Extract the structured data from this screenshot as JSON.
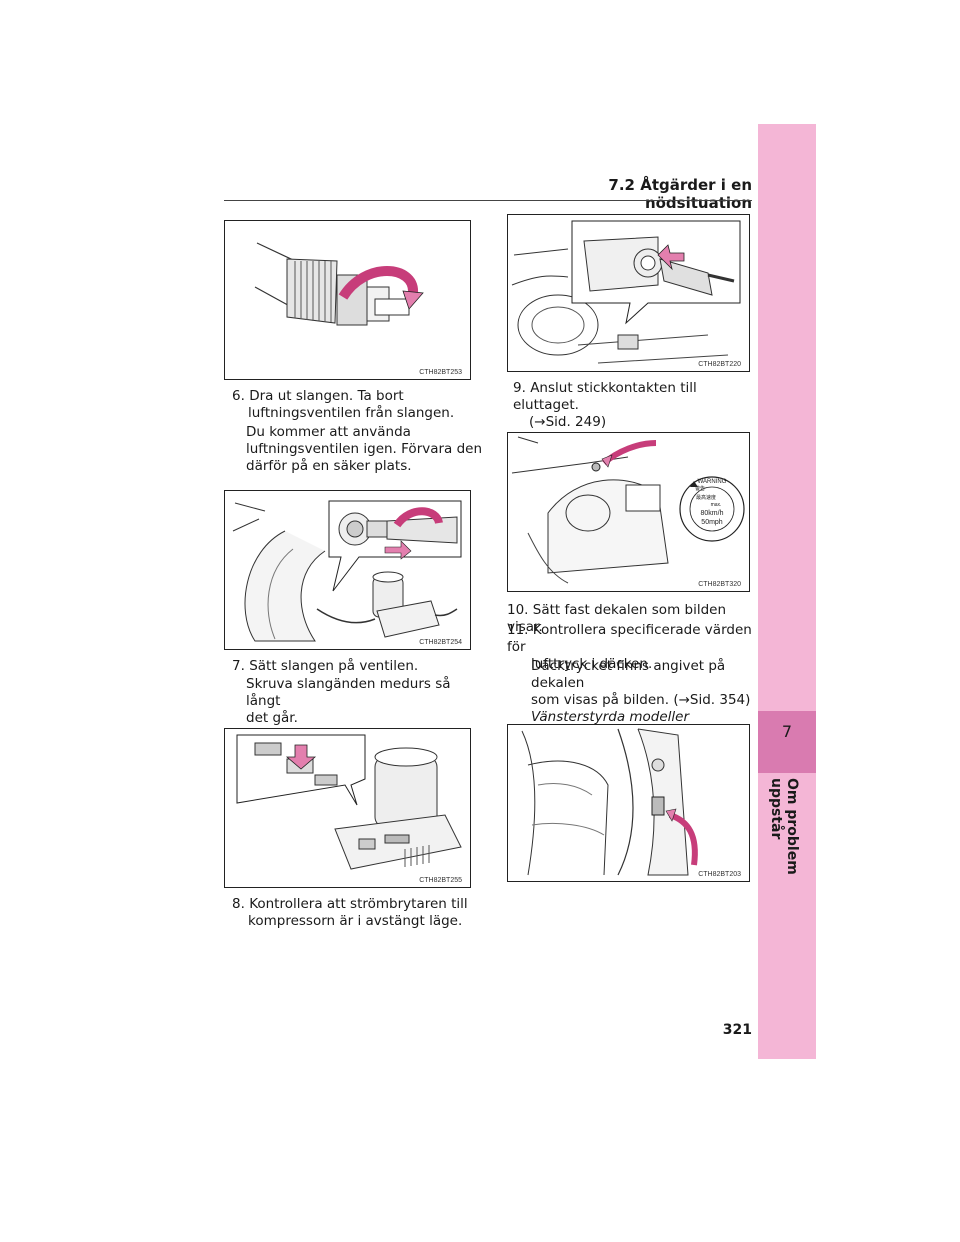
{
  "header": {
    "section_title": "7.2 Åtgärder i en nödsituation"
  },
  "sidebar": {
    "chapter_number": "7",
    "chapter_label": "Om problem uppstår"
  },
  "page_number": "321",
  "figures": {
    "fig1_code": "CTH82BT253",
    "fig2_code": "CTH82BT254",
    "fig3_code": "CTH82BT255",
    "fig4_code": "CTH82BT220",
    "fig5_code": "CTH82BT320",
    "fig6_code": "CTH82BT203"
  },
  "sticker": {
    "warning_text": "WARNING",
    "cjk_top": "警告",
    "cjk_mid": "最高速度",
    "max_label": "max.",
    "speed_kmh": "80km/h",
    "speed_mph": "50mph"
  },
  "steps": {
    "s6_num": "6.",
    "s6_line1": "Dra ut slangen. Ta bort",
    "s6_line2": "luftningsventilen från slangen.",
    "s6_note1": "Du kommer att använda",
    "s6_note2": "luftningsventilen igen. Förvara den",
    "s6_note3": "därför på en säker plats.",
    "s7_num": "7.",
    "s7_line1": "Sätt slangen på ventilen.",
    "s7_note1": "Skruva slangänden medurs så långt",
    "s7_note2": "det går.",
    "s8_num": "8.",
    "s8_line1": "Kontrollera att strömbrytaren till",
    "s8_line2": "kompressorn är i avstängt läge.",
    "s9_num": "9.",
    "s9_line1": "Anslut stickkontakten till eluttaget.",
    "s9_line2": "(→Sid. 249)",
    "s10_num": "10.",
    "s10_line1": "Sätt fast dekalen som bilden visar.",
    "s11_num": "11.",
    "s11_line1": "Kontrollera specificerade värden för",
    "s11_line2": "lufttryck i däcken.",
    "s11_note1": "Däcktrycket finns angivet på dekalen",
    "s11_note2": "som visas på bilden. (→Sid. 354)",
    "s11_note3": "Vänsterstyrda modeller"
  }
}
